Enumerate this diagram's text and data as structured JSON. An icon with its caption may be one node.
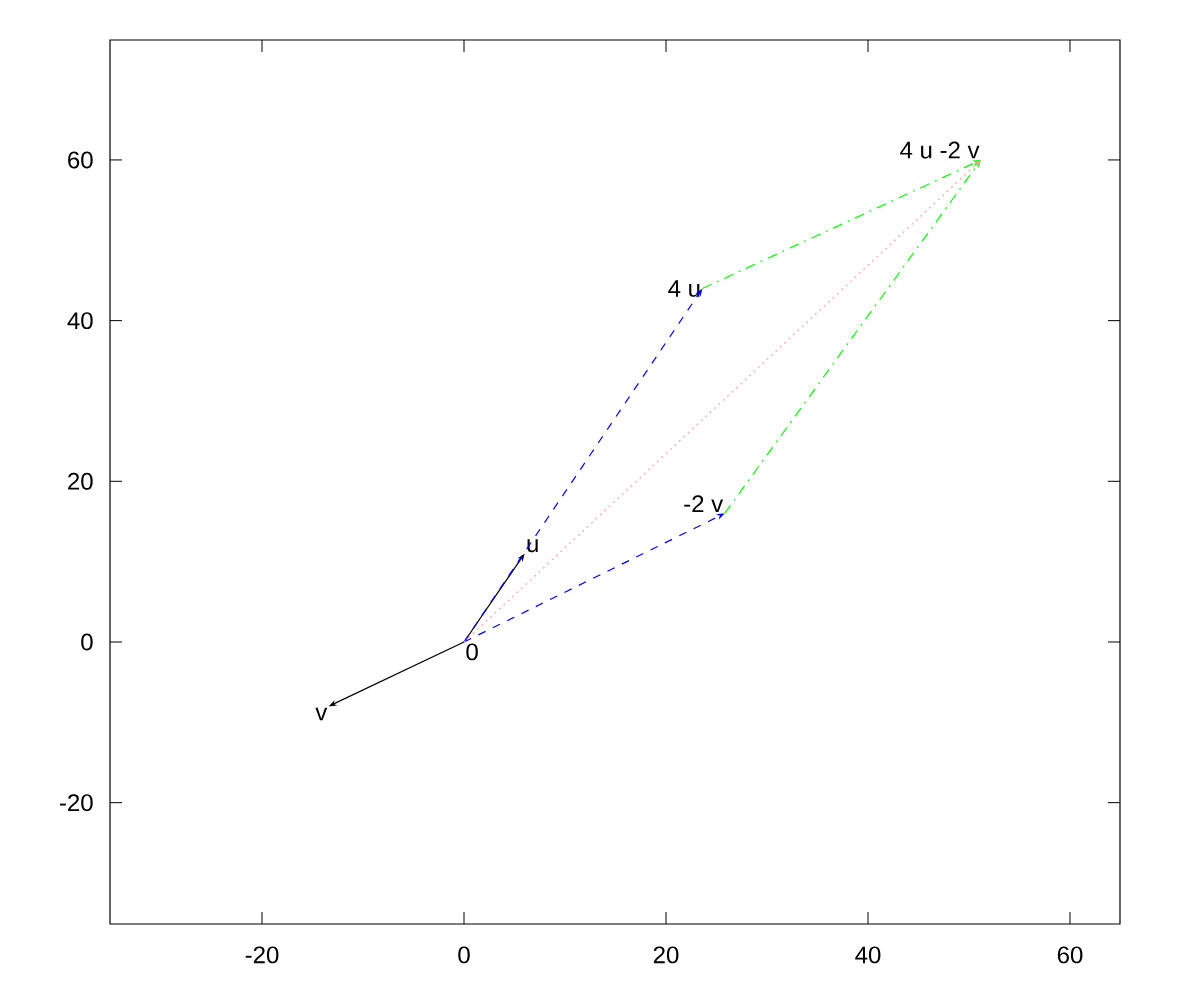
{
  "diagram": {
    "nodes": [
      {
        "text": [
          "4 u -2 v"
        ]
      },
      {
        "text": [
          "4 u"
        ]
      },
      {
        "text": [
          "u"
        ]
      },
      {
        "text": [
          "-2 v"
        ]
      },
      {
        "text": [
          "0"
        ]
      },
      {
        "text": [
          "v"
        ]
      }
    ],
    "edges": [
      {
        "from": 4,
        "to": 2,
        "arrow": "to"
      },
      {
        "from": 4,
        "to": 5,
        "arrow": "to"
      },
      {
        "from": 4,
        "to": 1,
        "arrow": "to",
        "style": "dashed",
        "color": "#0000ff"
      },
      {
        "from": 4,
        "to": 3,
        "arrow": "to",
        "style": "dashed",
        "color": "#0000ff"
      },
      {
        "from": 1,
        "to": 0,
        "arrow": "to",
        "style": "dashed",
        "color": "#00ff00"
      },
      {
        "from": 3,
        "to": 0,
        "arrow": "to",
        "style": "dashed",
        "color": "#00ff00"
      },
      {
        "from": 4,
        "to": 0,
        "arrow": "to",
        "style": "dashed",
        "color": "#ffa0a0"
      }
    ],
    "labels": [
      "60",
      "40",
      "20",
      "0",
      "-20",
      "-20",
      "0",
      "20",
      "40",
      "60"
    ]
  }
}
